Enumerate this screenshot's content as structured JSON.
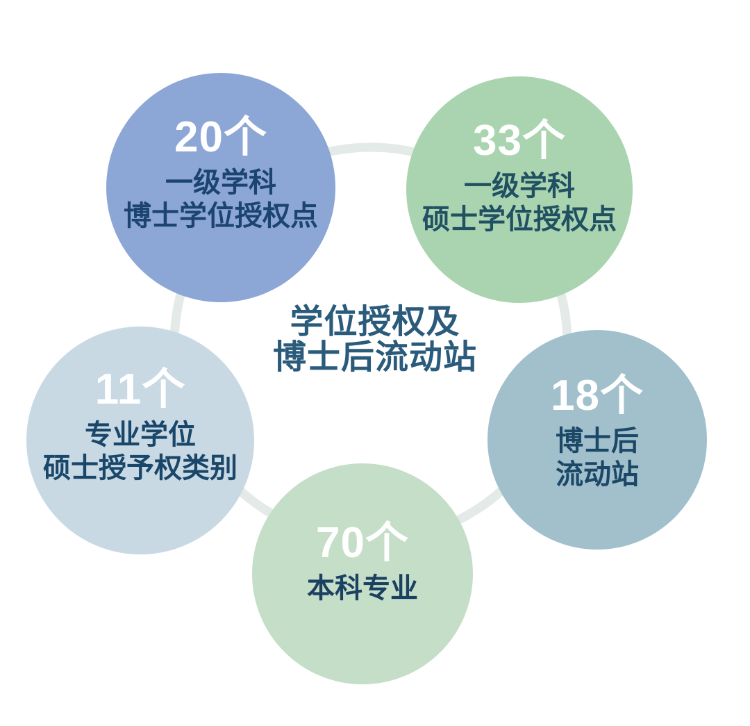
{
  "background": "#ffffff",
  "title": {
    "line1": "学位授权及",
    "line2": "博士后流动站",
    "color": "#2b5b7b"
  },
  "ring": {
    "color": "#e3eae8"
  },
  "bubbles": [
    {
      "name": "一级学科博士学位授权点",
      "count": 20,
      "unit": "个",
      "value": "20个",
      "lines": [
        "一级学科",
        "博士学位授权点"
      ],
      "color": "#8ca6d6",
      "value_color": "#ffffff",
      "label_color": "#1c4470"
    },
    {
      "name": "一级学科硕士学位授权点",
      "count": 33,
      "unit": "个",
      "value": "33个",
      "lines": [
        "一级学科",
        "硕士学位授权点"
      ],
      "color": "#a9d4af",
      "value_color": "#ffffff",
      "label_color": "#215062"
    },
    {
      "name": "博士后流动站",
      "count": 18,
      "unit": "个",
      "value": "18个",
      "lines": [
        "博士后",
        "流动站"
      ],
      "color": "#a1c0cc",
      "value_color": "#ffffff",
      "label_color": "#1c4868"
    },
    {
      "name": "本科专业",
      "count": 70,
      "unit": "个",
      "value": "70个",
      "lines": [
        "本科专业"
      ],
      "color": "#c5dec7",
      "value_color": "#ffffff",
      "label_color": "#1c4062"
    },
    {
      "name": "专业学位硕士授予权类别",
      "count": 11,
      "unit": "个",
      "value": "11个",
      "lines": [
        "专业学位",
        "硕士授予权类别"
      ],
      "color": "#c8d9e4",
      "value_color": "#ffffff",
      "label_color": "#194669"
    }
  ]
}
